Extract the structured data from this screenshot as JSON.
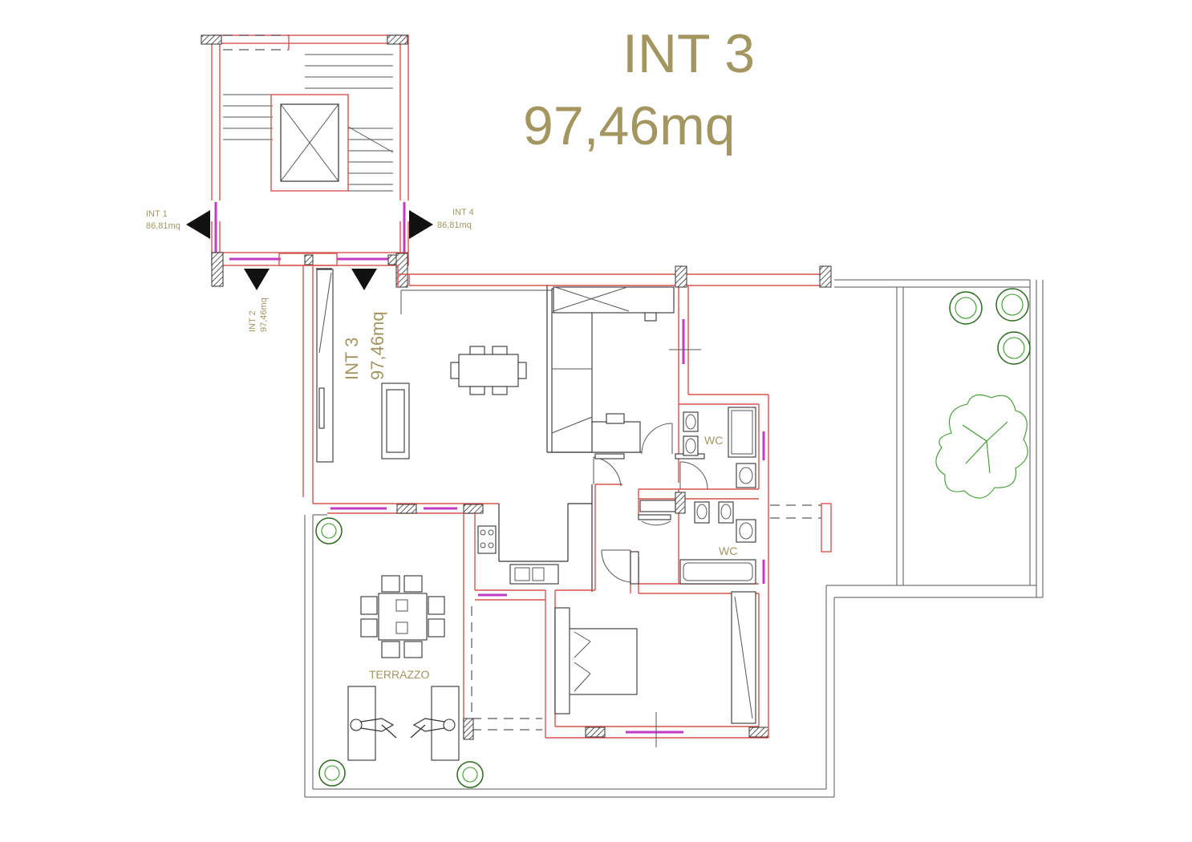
{
  "header": {
    "unit_title": "INT 3",
    "unit_area": "97,46mq"
  },
  "labels": {
    "int1_name": "INT 1",
    "int1_area": "86,81mq",
    "int4_name": "INT 4",
    "int4_area": "86,81mq",
    "int2_name": "INT 2",
    "int2_area": "97,46mq",
    "int3_name": "INT 3",
    "int3_area": "97,46mq",
    "wc_upper": "WC",
    "wc_lower": "WC",
    "terrace": "TERRAZZO"
  },
  "colors": {
    "accent_gold": "#a39660",
    "wall_red": "#d9534f",
    "window_magenta": "#c23bc2",
    "tree_green": "#3a9a2a",
    "tree_dark": "#2a6b1e"
  },
  "icons": [
    "entry-arrow-icon",
    "tree-icon",
    "person-icon",
    "elevator-icon",
    "bed-icon",
    "sofa-icon",
    "table-icon",
    "toilet-icon",
    "sink-icon",
    "bathtub-icon",
    "shower-icon",
    "stove-icon"
  ]
}
